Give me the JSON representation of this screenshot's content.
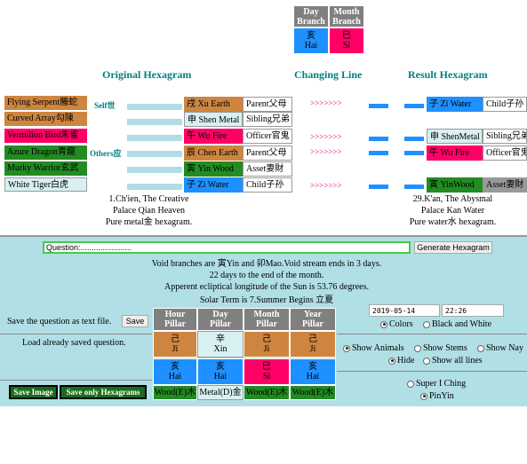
{
  "top": {
    "day_branch_label": "Day Branch",
    "month_branch_label": "Month Branch",
    "day_hanzi": "亥",
    "day_pinyin": "Hai",
    "month_hanzi": "巳",
    "month_pinyin": "Si"
  },
  "titles": {
    "original": "Original Hexagram",
    "changing": "Changing Line",
    "result": "Result Hexagram"
  },
  "markers": {
    "self": "Self世",
    "others": "Others应"
  },
  "spirits": [
    "Flying Serpent螣蛇",
    "Curved Array勾陳",
    "Vermilion Bird朱雀",
    "Azure Dragon青龍",
    "Murky Warrior玄武",
    "White Tiger白虎"
  ],
  "original_lines": [
    {
      "branch": "",
      "relation": ""
    },
    {
      "branch": "戌 Xu Earth",
      "relation": "Parent父母"
    },
    {
      "branch": "申 Shen Metal",
      "relation": "Sibling兄弟"
    },
    {
      "branch": "午 Wu Fire",
      "relation": "Officer官鬼"
    },
    {
      "branch": "辰 Chen Earth",
      "relation": "Parent父母"
    },
    {
      "branch": "寅 Yin Wood",
      "relation": "Asset妻財"
    },
    {
      "branch": "子 Zi Water",
      "relation": "Child子孙"
    }
  ],
  "arrows": ">>>>>>>",
  "result_lines": [
    {
      "branch": "子 Zi Water",
      "relation": "Child子孙"
    },
    {
      "branch": "申 ShenMetal",
      "relation": "Sibling兄弟"
    },
    {
      "branch": "午 Wu Fire",
      "relation": "Officer官鬼"
    },
    {
      "branch": "寅 YinWood",
      "relation": "Asset妻財"
    }
  ],
  "original_caption": [
    "1.Ch'ien, The Creative",
    "Palace Qian Heaven",
    "Pure metal金 hexagram."
  ],
  "result_caption": [
    "29.K'an, The Abysmal",
    "Palace Kan Water",
    "Pure water水 hexagram."
  ],
  "question": {
    "value": "Question:.......................",
    "button": "Generate Hexagram"
  },
  "info": [
    "Void branches are 寅Yin and 卯Mao.Void stream ends in 3 days.",
    "22 days to the end of the month.",
    "Apperent ecliptical longitude of the Sun is 53.76 degrees.",
    "Solar Term is 7.Summer Begins 立夏"
  ],
  "left_panel": {
    "save_text": "Save the question as text file.",
    "save_button": "Save",
    "load_text": "Load already saved question.",
    "save_image": "Save Image",
    "save_hex": "Save only Hexagrams"
  },
  "pillars": {
    "headers": [
      "Hour Pillar",
      "Day Pillar",
      "Month Pillar",
      "Year Pillar"
    ],
    "stems": [
      [
        "己",
        "Ji"
      ],
      [
        "辛",
        "Xin"
      ],
      [
        "己",
        "Ji"
      ],
      [
        "己",
        "Ji"
      ]
    ],
    "branches": [
      [
        "亥",
        "Hai"
      ],
      [
        "亥",
        "Hai"
      ],
      [
        "巳",
        "Si"
      ],
      [
        "亥",
        "Hai"
      ]
    ],
    "elements": [
      "Wood(E)木",
      "Metal(D)金",
      "Wood(E)木",
      "Wood(E)木"
    ]
  },
  "right_panel": {
    "date": "2019-05-14",
    "time": "22:26",
    "colors": "Colors",
    "bw": "Black and White",
    "animals": "Show Animals",
    "stems": "Show Stems",
    "nayin": "Show Nay",
    "hide": "Hide",
    "all_lines": "Show all lines",
    "super": "Super I Ching",
    "pinyin": "PinYin"
  },
  "colors": {
    "orange": "#cd853f",
    "blue": "#1e90ff",
    "red": "#ff0066",
    "green": "#228b22",
    "teal": "#008080"
  }
}
